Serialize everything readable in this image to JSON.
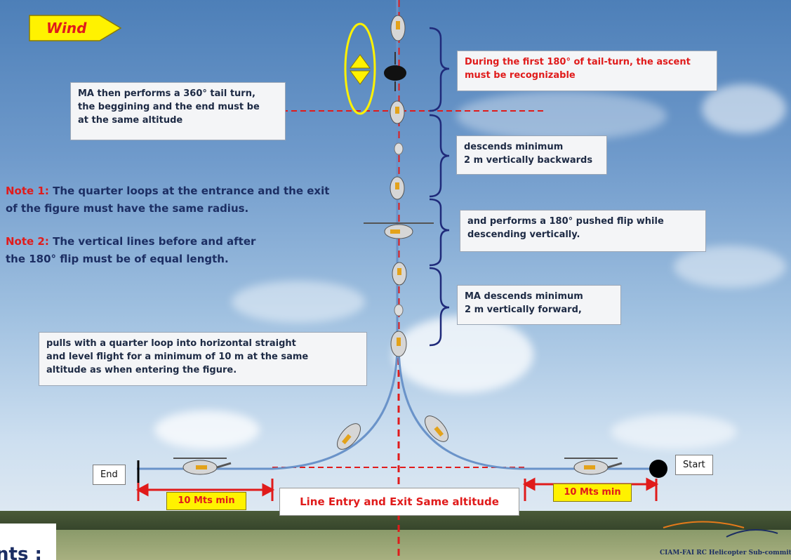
{
  "wind_label": "Wind",
  "boxes": {
    "tail_turn_ascent": "During the first 180°  of tail-turn, the ascent\nmust be recognizable",
    "tail_turn_360": "MA then performs a 360° tail turn,\nthe beggining and the end must be\nat the same altitude",
    "descends_backwards": "descends minimum\n2 m vertically backwards",
    "pushed_flip": "and performs a 180° pushed flip while\ndescending vertically.",
    "descends_forward": "MA descends minimum\n2 m vertically forward,",
    "quarter_loop_exit": "pulls with a quarter loop into horizontal straight\nand level flight for a minimum of 10 m at the same\naltitude as when entering the figure."
  },
  "notes": {
    "note1_label": "Note 1:",
    "note1_text": " The quarter loops at the entrance and the exit\nof the figure must have the same radius.",
    "note2_label": "Note 2:",
    "note2_text": " The vertical lines before and after\nthe 180° flip must be of equal length."
  },
  "end_label": "End",
  "start_label": "Start",
  "min_left": "10 Mts min",
  "min_right": "10 Mts min",
  "line_entry_exit": "Line Entry and Exit Same altitude",
  "footer_text": "nts :",
  "credit_text": "CIAM-FAI RC Helicopter Sub-committe",
  "colors": {
    "accent_red": "#e01b1b",
    "brace_navy": "#1f2a7a",
    "flight_path": "#6a93c9",
    "arrow_yellow": "#fff200"
  },
  "icons": [
    "helicopter-icon",
    "wind-arrow-icon",
    "tail-turn-orbit-icon",
    "start-dot-icon",
    "end-bar-icon"
  ]
}
